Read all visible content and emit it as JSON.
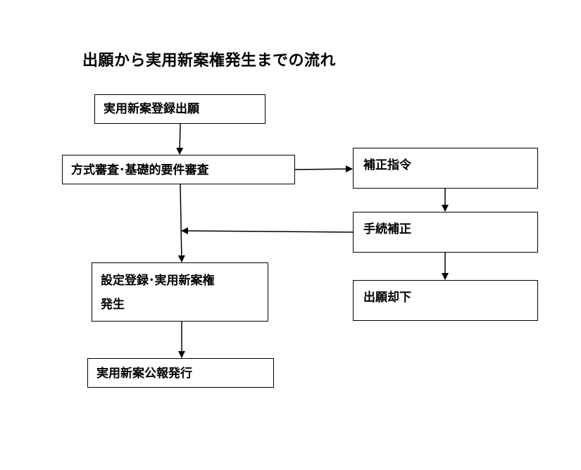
{
  "title": "出願から実用新案権発生までの流れ",
  "nodes": {
    "application": "実用新案登録出願",
    "formal_exam": "方式審査･基礎的要件審査",
    "registration_line1": "設定登録･実用新案権",
    "registration_line2": "発生",
    "gazette": "実用新案公報発行",
    "correction_order": "補正指令",
    "procedural_amendment": "手続補正",
    "rejection": "出願却下"
  }
}
